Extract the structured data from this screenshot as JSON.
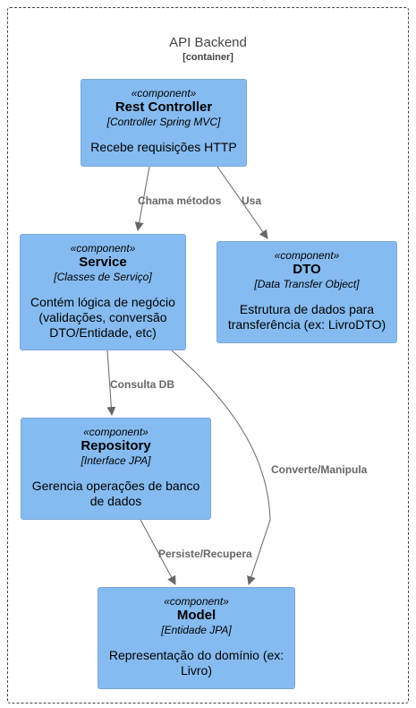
{
  "container": {
    "name": "API Backend",
    "type": "[container]"
  },
  "components": {
    "rest_controller": {
      "stereotype": "«component»",
      "name": "Rest Controller",
      "technology": "[Controller Spring MVC]",
      "description": "Recebe requisições HTTP"
    },
    "service": {
      "stereotype": "«component»",
      "name": "Service",
      "technology": "[Classes de Serviço]",
      "description": "Contém lógica de negócio (validações, conversão DTO/Entidade, etc)"
    },
    "dto": {
      "stereotype": "«component»",
      "name": "DTO",
      "technology": "[Data Transfer Object]",
      "description": "Estrutura de dados para transferência (ex: LivroDTO)"
    },
    "repository": {
      "stereotype": "«component»",
      "name": "Repository",
      "technology": "[Interface JPA]",
      "description": "Gerencia operações de banco de dados"
    },
    "model": {
      "stereotype": "«component»",
      "name": "Model",
      "technology": "[Entidade JPA]",
      "description": "Representação do domínio (ex: Livro)"
    }
  },
  "relations": {
    "controller_service": "Chama métodos",
    "controller_dto": "Usa",
    "service_repository": "Consulta DB",
    "service_model": "Converte/Manipula",
    "repository_model": "Persiste/Recupera"
  },
  "colors": {
    "component_fill": "#85bbf0",
    "component_border": "#78a8d8",
    "edge": "#666666",
    "boundary": "#444444"
  }
}
